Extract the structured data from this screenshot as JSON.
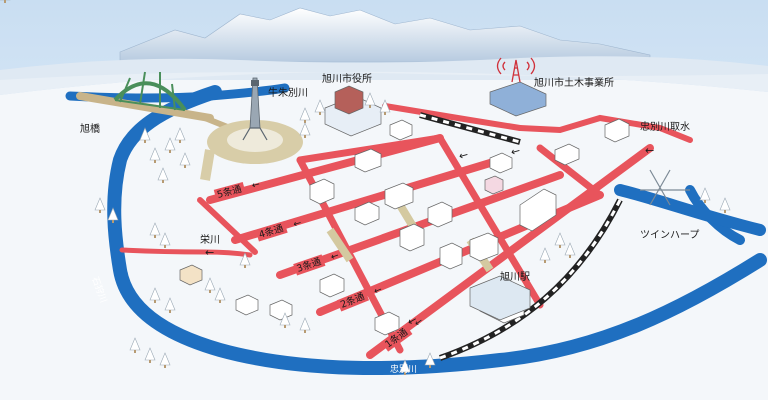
{
  "labels": {
    "asahibashi": "旭橋",
    "ushushubetsugawa": "牛朱別川",
    "city_hall": "旭川市役所",
    "civil_engineering": "旭川市土木事業所",
    "chubetsu_intake": "忠別川取水",
    "twin_harp": "ツインハープ",
    "asahikawa_station": "旭川駅",
    "sakaegawa": "栄川",
    "ishikarigawa": "石狩川",
    "chubetsugawa": "忠別川"
  },
  "streets": [
    {
      "label": "5条通",
      "arrow": "←"
    },
    {
      "label": "4条通",
      "arrow": "←"
    },
    {
      "label": "3条通",
      "arrow": "←"
    },
    {
      "label": "2条通",
      "arrow": "←"
    },
    {
      "label": "1条通",
      "arrow": "←"
    }
  ],
  "colors": {
    "route": "#e8545c",
    "river": "#1f6fc0",
    "snow": "#f3f6f9",
    "sky": "#dcebf7"
  }
}
